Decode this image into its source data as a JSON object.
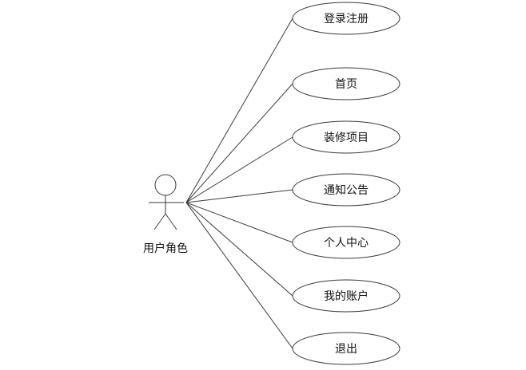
{
  "actor": {
    "label": "用户角色"
  },
  "use_cases": [
    {
      "label": "登录注册"
    },
    {
      "label": "首页"
    },
    {
      "label": "装修项目"
    },
    {
      "label": "通知公告"
    },
    {
      "label": "个人中心"
    },
    {
      "label": "我的账户"
    },
    {
      "label": "退出"
    }
  ]
}
